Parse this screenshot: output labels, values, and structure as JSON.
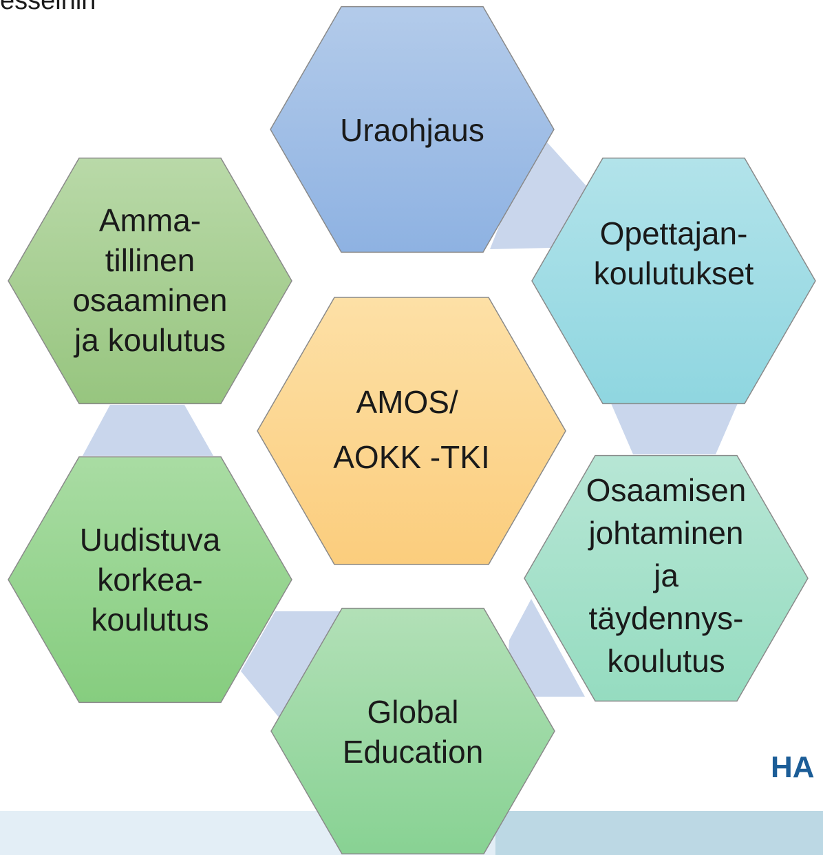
{
  "header": {
    "partial_title": "esseihin"
  },
  "logo": {
    "partial_text": "HA"
  },
  "diagram": {
    "center": {
      "lines": [
        "AMOS/",
        "AOKK -TKI"
      ],
      "color": "#fbd28a"
    },
    "nodes": [
      {
        "id": "uraohjaus",
        "lines": [
          "Uraohjaus"
        ],
        "color": "#9dbde6"
      },
      {
        "id": "opettajankoulutukset",
        "lines": [
          "Opettajan-",
          "koulutukset"
        ],
        "color": "#a5dde3"
      },
      {
        "id": "osaamisen-johtaminen",
        "lines": [
          "Osaamisen",
          "johtaminen",
          "ja",
          "täydennys-",
          "koulutus"
        ],
        "color": "#a8e3cb"
      },
      {
        "id": "global-education",
        "lines": [
          "Global",
          "Education"
        ],
        "color": "#9fd9a6"
      },
      {
        "id": "uudistuva-korkeakoulutus",
        "lines": [
          "Uudistuva",
          "korkea-",
          "koulutus"
        ],
        "color": "#9ad393"
      },
      {
        "id": "ammatillinen-osaaminen",
        "lines": [
          "Amma-",
          "tillinen",
          "osaaminen",
          "ja koulutus"
        ],
        "color": "#a8cf91"
      }
    ],
    "connector_color": "#c9d6ec",
    "outline_color": "#7a7a7a"
  }
}
